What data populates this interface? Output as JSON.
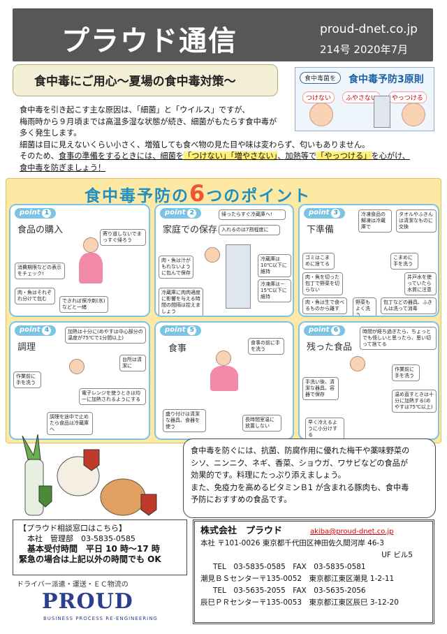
{
  "header": {
    "title": "プラウド通信",
    "site": "proud-dnet.co.jp",
    "issue": "214号 2020年7月"
  },
  "headline": "食中毒にご用心～夏場の食中毒対策～",
  "three_rules": {
    "pill": "食中毒菌を",
    "title": "食中毒予防3原則",
    "tags": [
      "つけない",
      "ふやさない",
      "やっつける"
    ]
  },
  "intro": {
    "l1": "食中毒を引き起こす主な原因は、「細菌」と「ウイルス」ですが、",
    "l2": "梅雨時から９月頃までは高温多湿な状態が続き、細菌がもたらす食中毒が",
    "l3": "多く発生します。",
    "l4": "細菌は目に見えないくらい小さく、増殖しても食べ物の見た目や味は変わらず、匂いもありません。",
    "l5a": "そのため、",
    "l5b": "食事の準備をするときには、細菌を",
    "l5c": "「つけない」「増やさない」",
    "l5d": "、加熱等で",
    "l5e": "「やっつける」",
    "l5f": "を心がけ、",
    "l6": "食中毒を防ぎましょう！"
  },
  "six": {
    "title_a": "食中毒予防の",
    "title_num": "6",
    "title_b": "つのポイント",
    "point_label": "point",
    "cards": [
      {
        "num": "1",
        "title": "食品の購入",
        "notes": [
          "寄り道しないでまっすぐ帰ろう",
          "消費期限などの表示をチェック!",
          "肉・魚はそれぞれ分けて包む",
          "できれば保冷剤(氷)などと一緒"
        ]
      },
      {
        "num": "2",
        "title": "家庭での保存",
        "notes": [
          "帰ったらすぐ冷蔵庫へ!",
          "入れるのは7割程度に",
          "肉・魚は汁がもれないように包んで保存",
          "冷蔵庫は10℃以下に維持",
          "冷凍庫は－15℃以下に維持",
          "冷蔵庫に肉肉適度に影響を与える時間の間隔は控えましょう"
        ]
      },
      {
        "num": "3",
        "title": "下準備",
        "notes": [
          "冷凍食品の解凍は冷蔵庫で",
          "タオルやふきんは清潔なものに交換",
          "ゴミはこまめに捨てる",
          "こまめに手を洗う",
          "肉・魚を切った包丁で野菜を切らない",
          "井戸水を使っていたら水質に注意",
          "肉・魚は生で食べるものから離す",
          "野菜もよく洗う",
          "包丁などの器具、ふきんは洗って消毒"
        ]
      },
      {
        "num": "4",
        "title": "調理",
        "notes": [
          "加熱は十分に(めやすは中心部分の温度が75℃で1分間以上)",
          "台所は清潔に",
          "作業前に手を洗う",
          "電子レンジを使うときは均一に加熱されるようにする",
          "調理を途中で止めたら食品は冷蔵庫へ"
        ]
      },
      {
        "num": "5",
        "title": "食事",
        "notes": [
          "食事の前に手を洗う",
          "盛り付けは清潔な器具、食器を使う",
          "長時間室温に放置しない"
        ]
      },
      {
        "num": "6",
        "title": "残った食品",
        "notes": [
          "時間が経ち過ぎたら、ちょっとでも怪しいと思ったら、思い切って捨てる",
          "作業前に手を洗う",
          "手洗い後、清潔な器具、容器で保存",
          "温め直すときは十分に加熱する(めやすは75℃以上)",
          "早く冷えるように小分けする"
        ]
      }
    ]
  },
  "bubble": {
    "l1": "食中毒を防ぐには、抗菌、防腐作用に優れた梅干や薬味野菜の",
    "l2": "シソ、ニンニク、ネギ、香菜、ショウガ、ワサビなどの食品が",
    "l3": "効果的です。料理にたっぷり添えましょう。",
    "l4": "また、免疫力を高めるビタミンＢ1 が含まれる豚肉も、食中毒",
    "l5": "予防におすすめの食品です。"
  },
  "contact": {
    "title": "【プラウド相談窓口はこちら】",
    "dept": "本社　管理部　03-5835-0585",
    "hours": "基本受付時間　平日 10 時～17 時",
    "urgent": "緊急の場合は上記以外の時間でも OK"
  },
  "company": {
    "name": "株式会社　プラウド",
    "email": "akiba@proud-dnet.co.jp",
    "l1": "本社 〒101-0026 東京都千代田区神田佐久間河岸 46-3",
    "l2": "UF ビル5",
    "l3": "TEL　03-5835-0585　FAX　03-5835-0581",
    "l4": "潮見ＢＳセンター〒135-0052　東京都江東区潮見 1-2-11",
    "l5": "TEL　03-5635-2055　FAX　03-5635-2056",
    "l6": "辰巳ＰＲセンター〒135-0053　東京都江東区辰巳 3-12-20"
  },
  "brand": {
    "tagline": "ドライバー派遣・運送・ＥＣ物流の",
    "logo": "PROUD",
    "logo_sub": "BUSINESS PROCESS RE-ENGINEERING"
  }
}
